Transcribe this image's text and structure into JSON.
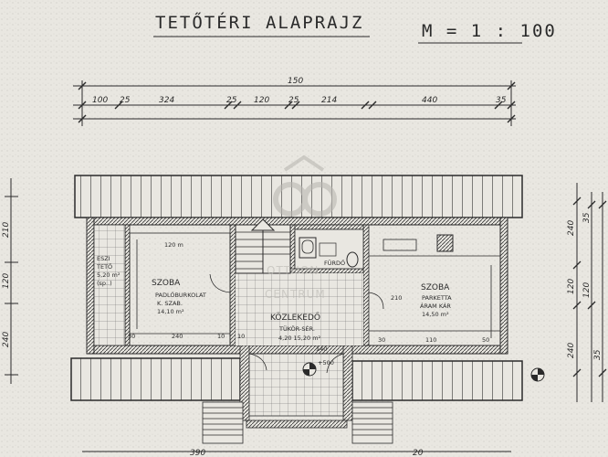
{
  "title": "TETŐTÉRI  ALAPRAJZ",
  "scale": "M = 1 : 100",
  "watermark": {
    "line1": "OTTHON",
    "line2": "CENTRUM"
  },
  "dimensions_top": {
    "overall": "150",
    "segments": [
      "100",
      "324",
      "25",
      "120",
      "25",
      "214",
      "25",
      "440",
      "35"
    ]
  },
  "dimensions_left": [
    "210",
    "120",
    "240"
  ],
  "dimensions_right": [
    "240",
    "120",
    "240",
    "35",
    "120",
    "35"
  ],
  "dimensions_bottom": [
    "390",
    "20"
  ],
  "rooms": {
    "left_closet": {
      "lines": [
        "ESZI",
        "TETŐ",
        "5,20 m²",
        "(sp..)"
      ]
    },
    "left": {
      "name": "SZOBA",
      "lines": [
        "PADLÓBURKOLAT",
        "K. SZAB.",
        "14,10 m²"
      ],
      "dims": [
        "120 m",
        "30",
        "240",
        "10"
      ]
    },
    "hall": {
      "name": "KÖZLEKEDŐ",
      "lines": [
        "TÜKÖR-SÉR.",
        "4,20  15,20 m²"
      ],
      "dims": [
        "10",
        "+500",
        "140"
      ]
    },
    "right": {
      "name": "SZOBA",
      "lines": [
        "PARKETTA",
        "ÁRAM KÁR",
        "14,50 m²"
      ],
      "dims": [
        "210",
        "110",
        "30",
        "50"
      ]
    },
    "bath": {
      "lines": [
        "FÜRDŐ"
      ]
    }
  }
}
